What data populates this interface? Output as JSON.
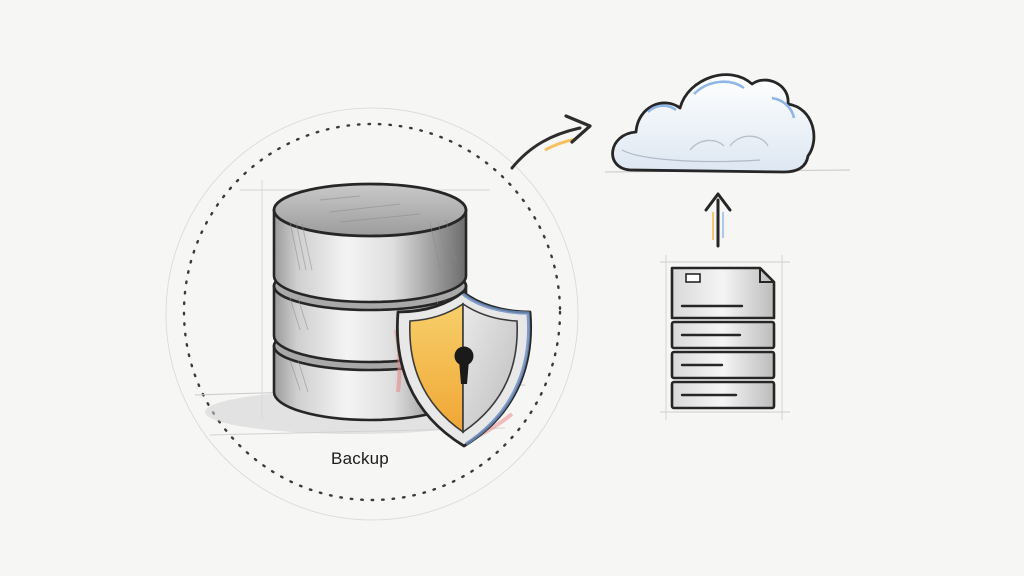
{
  "diagram": {
    "backup_label": "Backup",
    "nodes": [
      {
        "id": "database",
        "icon": "database-icon"
      },
      {
        "id": "shield",
        "icon": "shield-lock-icon"
      },
      {
        "id": "cloud",
        "icon": "cloud-icon"
      },
      {
        "id": "server",
        "icon": "server-icon"
      }
    ],
    "edges": [
      {
        "from": "database",
        "to": "cloud",
        "icon": "curved-arrow-icon"
      },
      {
        "from": "server",
        "to": "cloud",
        "icon": "arrow-up-icon"
      }
    ]
  },
  "colors": {
    "ink": "#262626",
    "shield_warm": "#f2b53a",
    "shield_cool": "#6f8fc0",
    "cloud_accent": "#8fb6e8",
    "accent_red": "#e98a8a"
  }
}
